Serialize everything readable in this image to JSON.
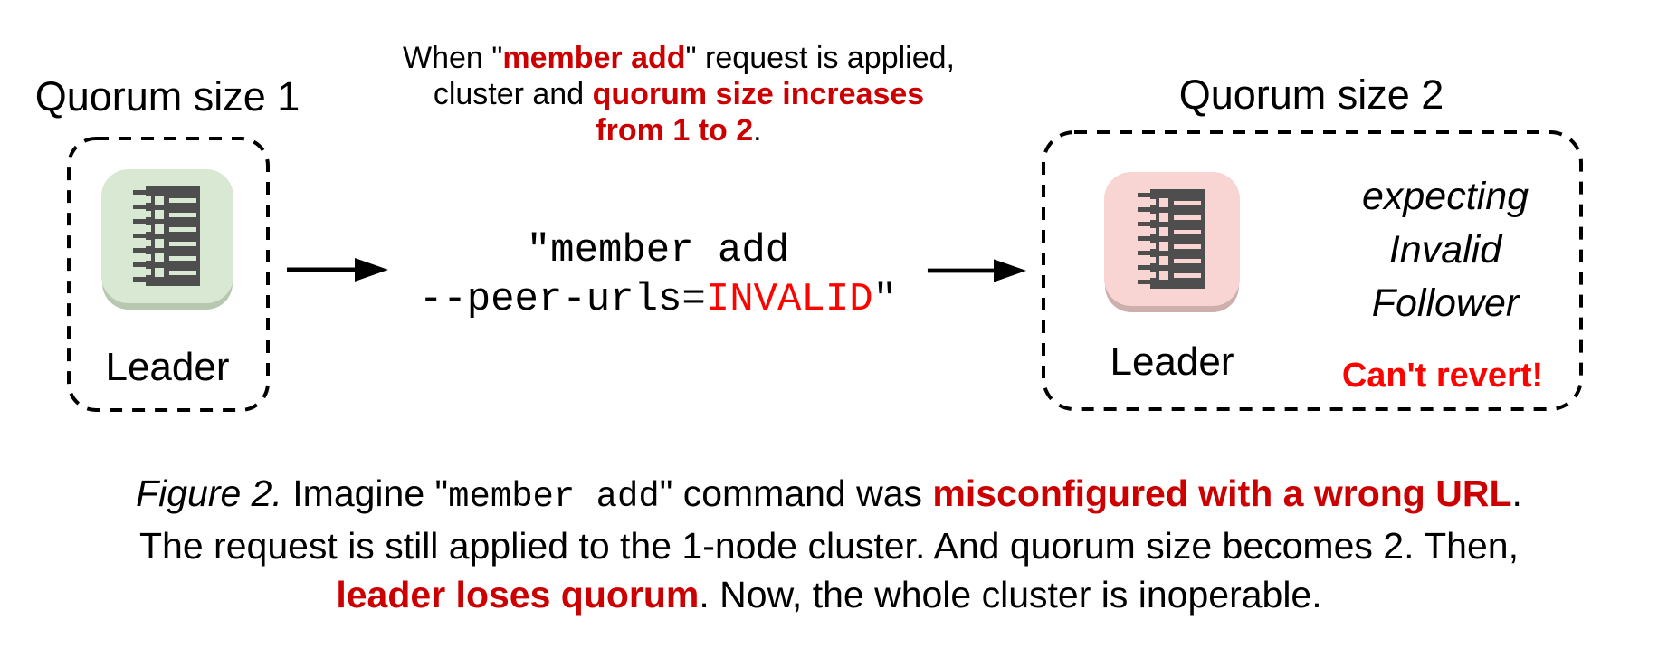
{
  "colors": {
    "accent_red": "#cc0000",
    "alert_red": "#fb0400",
    "node_green": "#d8e8d2",
    "node_green_shadow": "#b6c8b0",
    "node_pink": "#f8d5d3",
    "node_pink_shadow": "#cdafac",
    "glyph_dark": "#4e4e4e",
    "border_black": "#000000"
  },
  "icons": {
    "node_glyph": "notebook-icon",
    "arrow": "arrow-right-icon"
  },
  "top_note": {
    "l1_pre": "When \"",
    "l1_em": "member add",
    "l1_post": "\" request is applied,",
    "l2_pre": "cluster and ",
    "l2_em": "quorum size increases",
    "l3_em": "from 1 to 2",
    "l3_post": "."
  },
  "command": {
    "line1": "\"member add",
    "line2_pre": "--peer-urls=",
    "line2_invalid": "INVALID",
    "line2_post": "\""
  },
  "left_cluster": {
    "title": "Quorum size 1",
    "node_label": "Leader"
  },
  "right_cluster": {
    "title": "Quorum size 2",
    "node_label": "Leader",
    "expect_line1": "expecting",
    "expect_line2": "Invalid",
    "expect_line3": "Follower",
    "warning": "Can't revert!"
  },
  "caption": {
    "l1_figure": "Figure 2.",
    "l1_t1": " Imagine \"",
    "l1_code": "member add",
    "l1_t2": "\" command was ",
    "l1_em": "misconfigured with a wrong URL",
    "l1_t3": ".",
    "l2": "The request is still applied to the 1-node cluster. And quorum size becomes 2. Then,",
    "l3_em": "leader loses quorum",
    "l3_t1": ". Now, the whole cluster is inoperable."
  }
}
